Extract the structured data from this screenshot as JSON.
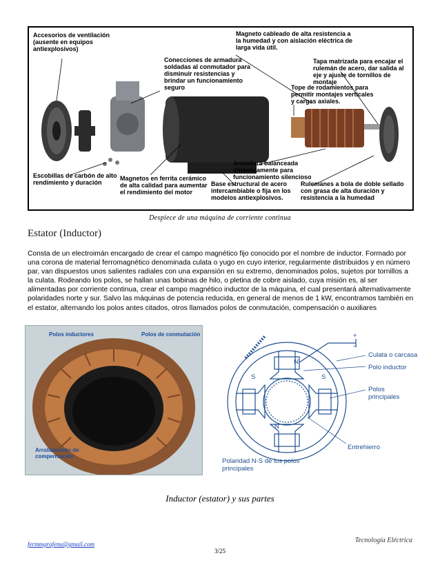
{
  "figure_top": {
    "labels": {
      "ventilation": "Accesorios de ventilación (ausente en equipos antiexplosivos)",
      "connections": "Conecciones de armadura soldadas al conmutador para disminuir resistencias y brindar un funcionamiento seguro",
      "magnet": "Magneto cableado de alta resistencia a la humedad y con aislación eléctrica de larga vida útil.",
      "cover": "Tapa matrizada para encajar el rulemán de acero, dar salida al eje y ajuste de tornillos de montaje",
      "bearing_stop": "Tope de rodamientos para permitir montajes verticales y cargas axiales.",
      "armature": "Armadura balanceada dinámicamente para funcionamiento silencioso",
      "brushes": "Escobillas de carbón de alto rendimiento y duración",
      "ferrite": "Magnetos en ferrita cerámico de alta calidad para aumentar el rendimiento del motor",
      "base": "Base estructural de acero intercambiable o fija en los modelos antiexplosivos.",
      "ball_bearings": "Rulemanes a bola de doble sellado con grasa de alta duración y resistencia a la humedad"
    },
    "caption": "Despiece de una máquina de corriente continua"
  },
  "section": {
    "heading": "Estator (Inductor)",
    "paragraph": "Consta de un electroimán encargado de crear el campo magnético fijo conocido por el nombre de inductor. Formado por una corona de material ferromagnético denominada culata o yugo en cuyo interior, regularmente distribuidos y en número par, van dispuestos unos salientes radiales con una expansión en su extremo, denominados polos, sujetos por tornillos a la culata. Rodeando los polos, se hallan unas bobinas de hilo, o pletina de cobre aislado, cuya misión es, al ser alimentadas por corriente continua, crear el campo magnético inductor de la máquina, el cual presentará alternativamente polaridades norte y sur. Salvo las máquinas de potencia reducida, en general de menos de 1 kW, encontramos también en el estator, alternando los polos antes citados, otros llamados polos de conmutación, compensación o auxiliares"
  },
  "photo": {
    "label_inductors": "Polos inductores",
    "label_commutation": "Polos de conmutación",
    "label_compensation": "Arrollamiento de compensación"
  },
  "schematic": {
    "plus": "+",
    "minus": "−",
    "culata": "Culata o carcasa",
    "polo_inductor": "Polo inductor",
    "polos_principales": "Polos principales",
    "entrehierro": "Entrehierro",
    "polaridad": "Polaridad N-S de los polos principales",
    "pole_n_top": "N",
    "pole_n_bottom": "N",
    "pole_s_left": "S",
    "pole_s_right": "S"
  },
  "caption_bottom": "Inductor (estator) y sus partes",
  "footer": {
    "email": "fermmgrafenu@gmail.com",
    "brand": "Tecnología Eléctrica",
    "page": "3/25"
  },
  "colors": {
    "schematic_blue": "#1f4f8f",
    "copper": "#b86a3a"
  }
}
